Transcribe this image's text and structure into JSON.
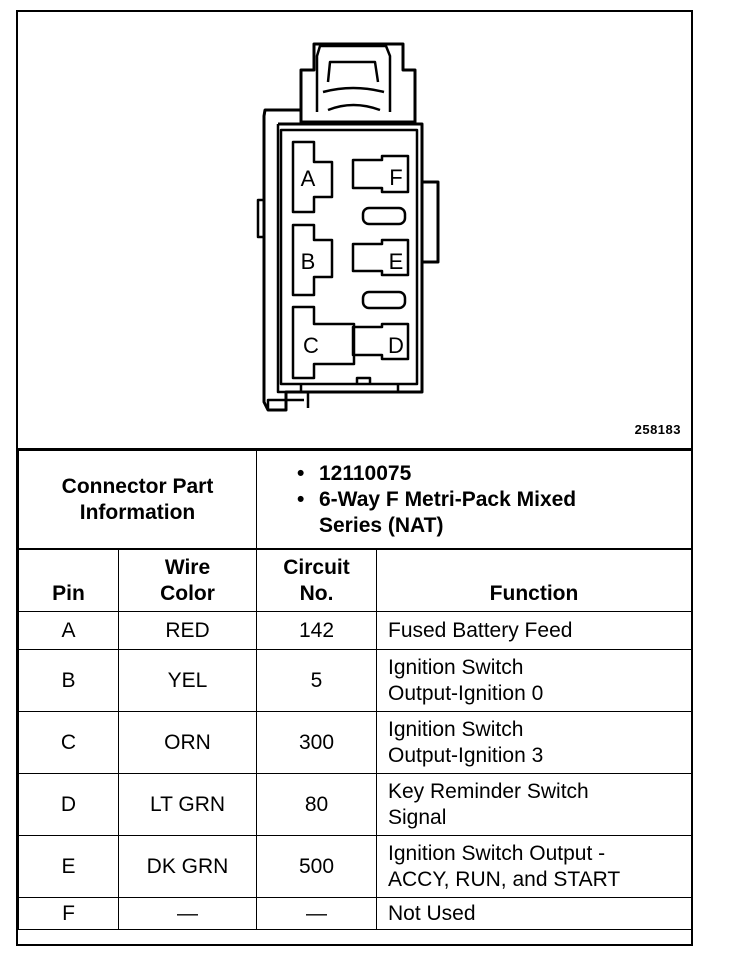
{
  "figure": {
    "id": "258183",
    "cavity_labels": [
      "A",
      "F",
      "B",
      "E",
      "C",
      "D"
    ]
  },
  "connector_info": {
    "label_line1": "Connector Part",
    "label_line2": "Information",
    "items": [
      {
        "line1": "12110075"
      },
      {
        "line1": "6-Way F Metri-Pack Mixed",
        "line2": "Series (NAT)"
      }
    ]
  },
  "table": {
    "headers": {
      "pin": "Pin",
      "wire_color_line1": "Wire",
      "wire_color_line2": "Color",
      "circuit_line1": "Circuit",
      "circuit_line2": "No.",
      "function": "Function"
    },
    "rows": [
      {
        "pin": "A",
        "wire": "RED",
        "circuit": "142",
        "function_line1": "Fused Battery Feed",
        "function_line2": ""
      },
      {
        "pin": "B",
        "wire": "YEL",
        "circuit": "5",
        "function_line1": "Ignition Switch",
        "function_line2": "Output-Ignition 0"
      },
      {
        "pin": "C",
        "wire": "ORN",
        "circuit": "300",
        "function_line1": "Ignition Switch",
        "function_line2": "Output-Ignition 3"
      },
      {
        "pin": "D",
        "wire": "LT GRN",
        "circuit": "80",
        "function_line1": "Key Reminder Switch",
        "function_line2": "Signal"
      },
      {
        "pin": "E",
        "wire": "DK GRN",
        "circuit": "500",
        "function_line1": "Ignition Switch Output -",
        "function_line2": "ACCY, RUN, and START"
      },
      {
        "pin": "F",
        "wire": "—",
        "circuit": "—",
        "function_line1": "Not Used",
        "function_line2": ""
      }
    ]
  }
}
